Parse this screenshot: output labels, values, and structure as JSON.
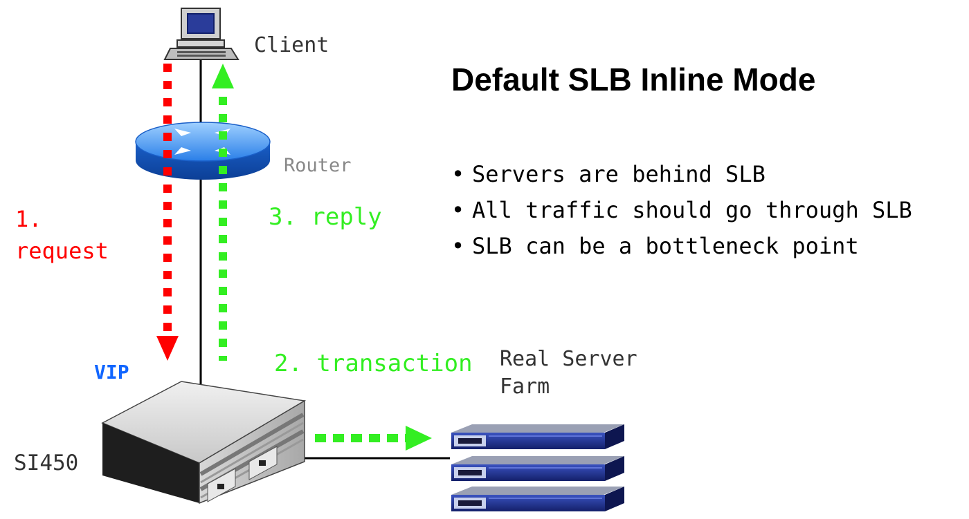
{
  "title": "Default SLB Inline Mode",
  "bullets": [
    "Servers are behind SLB",
    "All traffic should go through SLB",
    "SLB can be a bottleneck point"
  ],
  "labels": {
    "client": "Client",
    "router": "Router",
    "request_num": "1.",
    "request_text": "request",
    "reply": "3. reply",
    "transaction": "2. transaction",
    "vip": "VIP",
    "device": "SI450",
    "farm_line1": "Real Server",
    "farm_line2": "Farm"
  },
  "colors": {
    "request": "#ff0000",
    "reply": "#33ee22",
    "vip": "#1166ff",
    "router": "#2277ee",
    "server": "#1f2f8f"
  },
  "icons": [
    "computer-icon",
    "router-icon",
    "switch-chassis-icon",
    "rack-server-icon"
  ]
}
